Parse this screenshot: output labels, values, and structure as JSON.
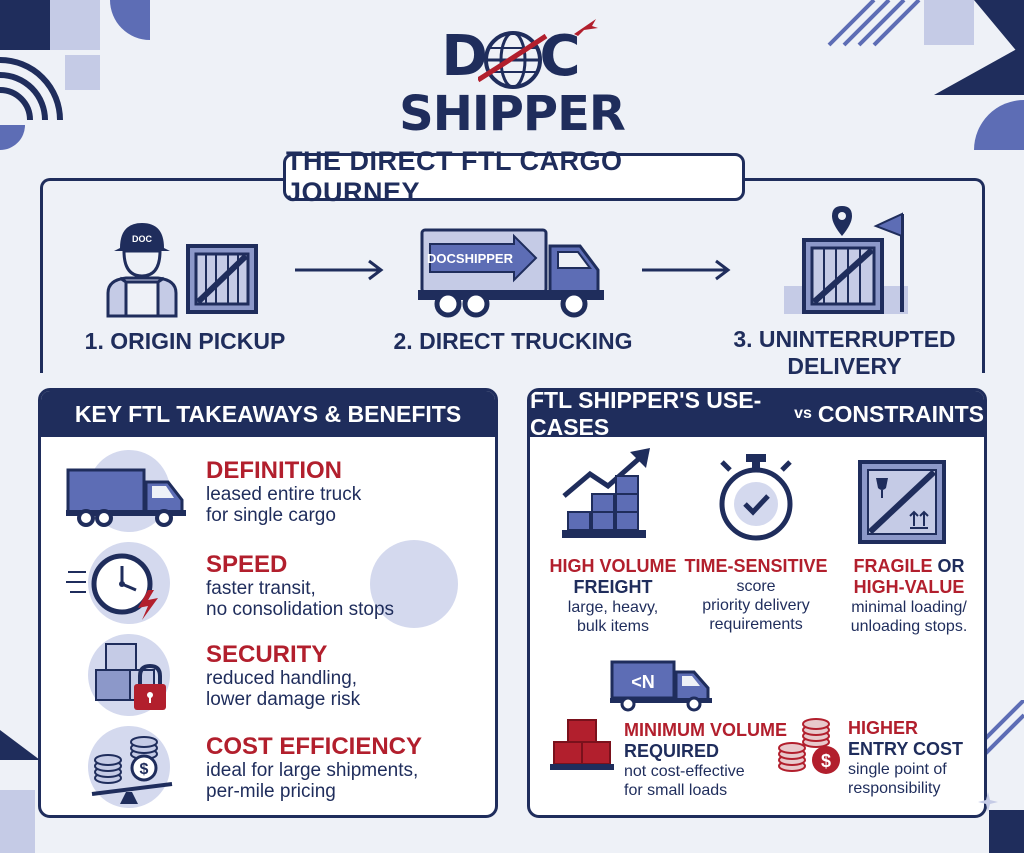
{
  "logo": {
    "line1": "DOC",
    "line2": "SHIPPER",
    "truck_brand": "DOCSHIPPER",
    "cap_brand": "DOC"
  },
  "journey": {
    "title": "THE DIRECT FTL CARGO JOURNEY",
    "steps": [
      {
        "label": "1. ORIGIN PICKUP"
      },
      {
        "label": "2. DIRECT TRUCKING"
      },
      {
        "label_line1": "3. UNINTERRUPTED",
        "label_line2": "DELIVERY"
      }
    ]
  },
  "takeaways": {
    "title": "KEY FTL TAKEAWAYS & BENEFITS",
    "items": [
      {
        "title": "DEFINITION",
        "desc1": "leased entire truck",
        "desc2": "for single cargo",
        "icon": "truck-icon"
      },
      {
        "title": "SPEED",
        "desc1": "faster transit,",
        "desc2": "no consolidation stops",
        "icon": "stopwatch-icon"
      },
      {
        "title": "SECURITY",
        "desc1": "reduced handling,",
        "desc2": "lower damage risk",
        "icon": "lock-box-icon"
      },
      {
        "title": "COST EFFICIENCY",
        "desc1": "ideal for large shipments,",
        "desc2": "per-mile pricing",
        "icon": "coins-scale-icon"
      }
    ]
  },
  "usecases": {
    "title_main": "FTL SHIPPER'S USE-CASES",
    "title_vs": "vs",
    "title_end": "CONSTRAINTS",
    "cases": [
      {
        "title1": "HIGH VOLUME",
        "title2": "FREIGHT",
        "desc1": "large, heavy,",
        "desc2": "bulk items"
      },
      {
        "title1": "TIME-SENSITIVE",
        "title2": "score",
        "desc1": "priority delivery",
        "desc2": "requirements"
      },
      {
        "title1a": "FRAGILE",
        "title1b": " OR",
        "title2": "HIGH-VALUE",
        "desc1": "minimal loading/",
        "desc2": "unloading stops."
      }
    ],
    "truck_label": "<N",
    "constraints": [
      {
        "title1": "MINIMUM VOLUME",
        "title2": "REQUIRED",
        "desc1": "not cost-effective",
        "desc2": "for small loads"
      },
      {
        "title1": "HIGHER",
        "title2": "ENTRY COST",
        "desc1": "single point of",
        "desc2": "responsibility"
      }
    ]
  },
  "colors": {
    "navy": "#1f2d5c",
    "red": "#b21f2d",
    "light_blue": "#d4d9ee",
    "mid_blue": "#5d6db5",
    "background": "#eef1f7"
  }
}
